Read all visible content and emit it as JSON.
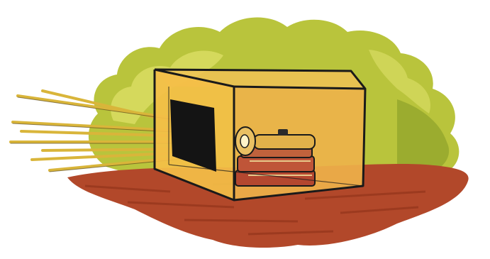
{
  "illustration": {
    "colors": {
      "background": "#ffffff",
      "foliage": "#b9c43c",
      "foliage_light": "#d9dd62",
      "foliage_dark": "#8fa22a",
      "ground": "#b2482a",
      "ground_dark": "#8e3219",
      "box_glass": "#f2b53a",
      "box_outline": "#1a1a1a",
      "hole": "#141414",
      "light_rays": "#d9b53a",
      "book_red": "#b4472f",
      "book_page": "#e8c98a",
      "flashlight": "#e2b14a"
    },
    "icons": {
      "box": "glass-box",
      "opening": "black-hole",
      "object": "flashlight",
      "stack": "books",
      "rays": "light-rays"
    }
  }
}
